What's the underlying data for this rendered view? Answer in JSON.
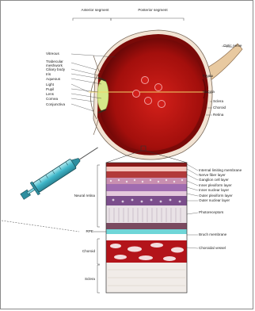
{
  "labels": {
    "anterior_segment": "Anterior segment",
    "posterior_segment": "Posterior segment",
    "vitreous": "Vitreous",
    "trabecular_meshwork": "Trabecular meshwork",
    "ciliary_body": "Ciliary body",
    "iris": "Iris",
    "aqueous": "Aqueous",
    "light": "Light",
    "pupil": "Pupil",
    "lens": "Lens",
    "cornea": "Cornea",
    "conjunctiva": "Conjunctiva",
    "optic_nerve": "Optic nerve",
    "fovea": "Fovea",
    "macula": "Macula",
    "sclera": "Sclera",
    "choroid": "Choroid",
    "retina": "Retina",
    "neural_retina": "Neural retina",
    "rpe": "RPE",
    "choroid_left": "Choroid",
    "sclera_bottom": "Sclera",
    "layers": [
      "Internal limiting membrane",
      "Nerve fiber layer",
      "Ganglion cell layer",
      "Inner plexiform layer",
      "Inner nuclear layer",
      "Outer plexiform layer",
      "Outer nuclear layer",
      "Photoreceptors",
      "Bruch membrane",
      "Choroidal vessel"
    ]
  },
  "colors": {
    "eye_red": "#b5120e",
    "eye_dark": "#6e0707",
    "lens_green": "#d6e88a",
    "syringe_cyan": "#3fb6c9",
    "rpe_cyan": "#6fd6d8"
  }
}
